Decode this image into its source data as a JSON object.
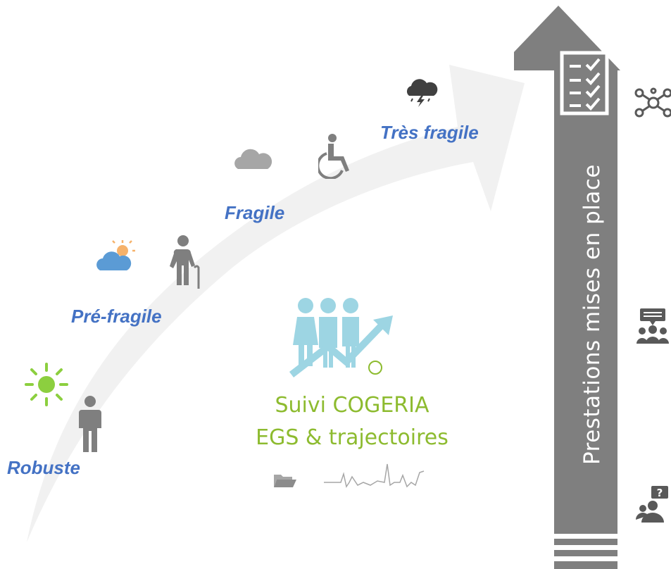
{
  "stages": [
    {
      "label": "Robuste",
      "figure": "standing-person-icon",
      "weather": "sun-icon"
    },
    {
      "label": "Pré-fragile",
      "figure": "elderly-cane-person-icon",
      "weather": "sun-behind-cloud-icon"
    },
    {
      "label": "Fragile",
      "figure": "wheelchair-person-icon",
      "weather": "cloud-icon"
    },
    {
      "label": "Très fragile",
      "figure": "",
      "weather": "storm-cloud-icon"
    }
  ],
  "center": {
    "line1": "Suivi COGERIA",
    "line2": "EGS & trajectoires",
    "icons": [
      "group-growth-icon",
      "folder-icon",
      "ecg-trace-icon"
    ]
  },
  "column": {
    "label": "Prestations mises en place",
    "icons": [
      "checklist-icon",
      "network-icon",
      "meeting-icon",
      "question-support-icon"
    ]
  },
  "colors": {
    "stage_label": "#4472c4",
    "center_text": "#8dbb2f",
    "column_fill": "#7f7f7f",
    "people": "#9dd5e3",
    "sun": "#8ccf3f",
    "icons_gray": "#8c8c8c"
  }
}
